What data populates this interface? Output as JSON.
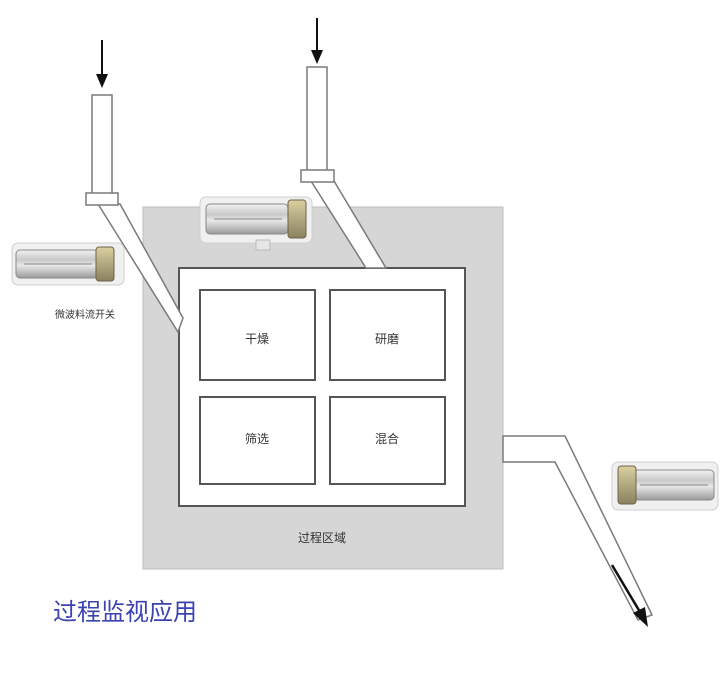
{
  "colors": {
    "process_area_fill": "#d6d6d6",
    "chamber_fill": "#ffffff",
    "outline": "#555555",
    "pipe_fill": "#ffffff",
    "pipe_stroke": "#7a7a7a",
    "caption": "#3a43b0",
    "arrow": "#111111"
  },
  "labels": {
    "switch": "微波料流开关",
    "process_area": "过程区域",
    "caption": "过程监视应用"
  },
  "cells": [
    {
      "label": "干燥"
    },
    {
      "label": "研磨"
    },
    {
      "label": "筛选"
    },
    {
      "label": "混合"
    }
  ],
  "icons": {
    "sensor": "microwave-sensor-icon",
    "flow_arrow": "arrow-icon"
  }
}
